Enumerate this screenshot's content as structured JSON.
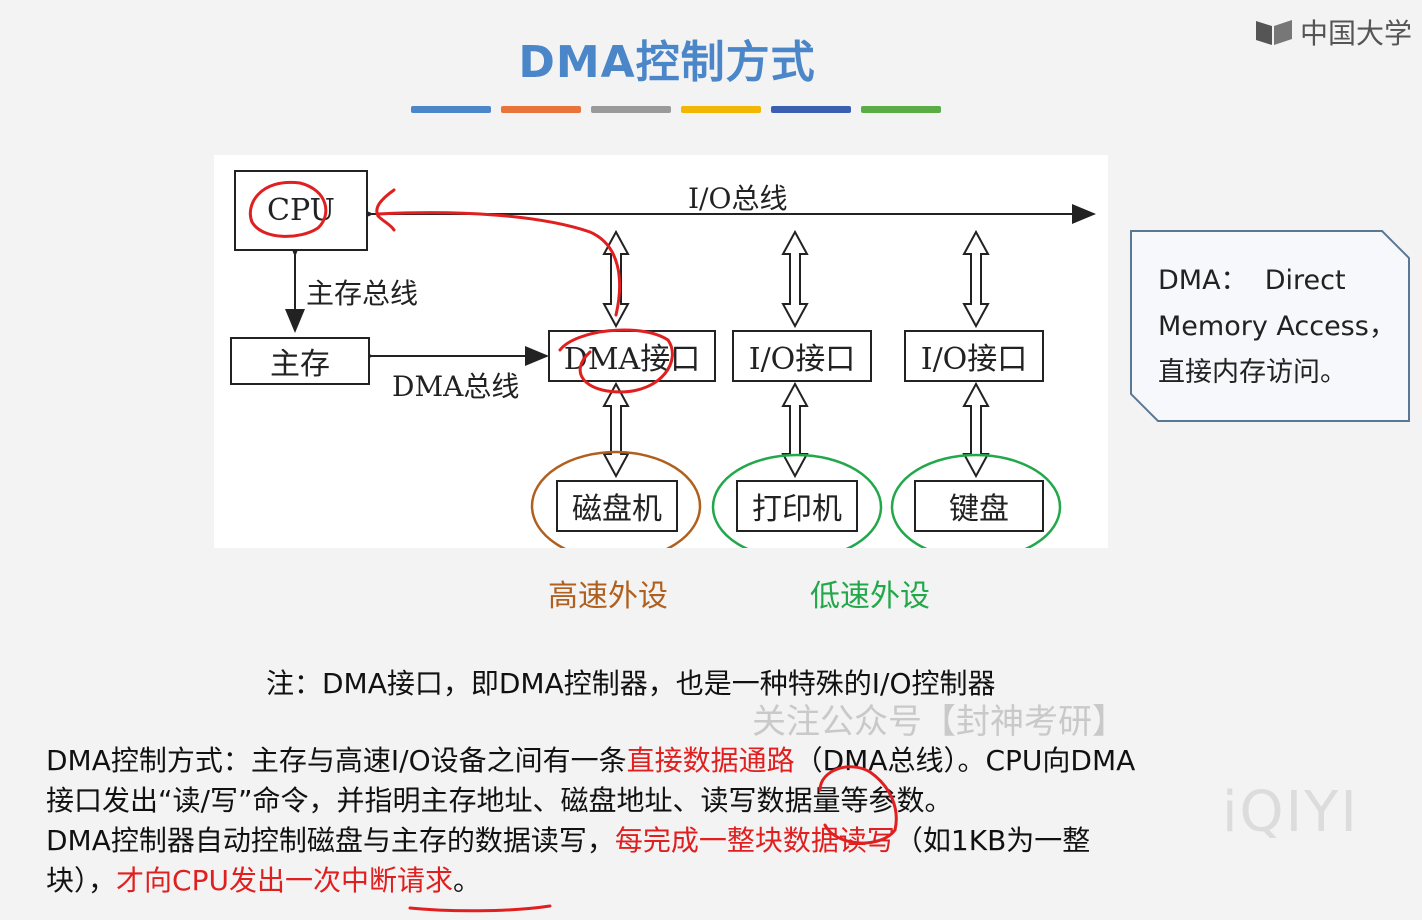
{
  "slide": {
    "title": "DMA控制方式",
    "brand": "中国大学",
    "accent_bar_colors": [
      "#4a86c8",
      "#e8743b",
      "#9a9a9a",
      "#f2b705",
      "#3b5fb0",
      "#5aac44"
    ]
  },
  "diagram": {
    "cpu": "CPU",
    "memory": "主存",
    "io_bus": "I/O总线",
    "memory_bus": "主存总线",
    "dma_bus": "DMA总线",
    "dma_interface": "DMA接口",
    "io_interface_1": "I/O接口",
    "io_interface_2": "I/O接口",
    "disk": "磁盘机",
    "printer": "打印机",
    "keyboard": "键盘",
    "high_speed": "高速外设",
    "low_speed": "低速外设",
    "colors": {
      "high_speed": "#b0601e",
      "low_speed": "#22a84a",
      "annotation": "#e02020"
    }
  },
  "callout": {
    "line1": "DMA：  Direct",
    "line2": "Memory Access，",
    "line3": "直接内存访问。"
  },
  "note": "注：DMA接口，即DMA控制器，也是一种特殊的I/O控制器",
  "watermark": "关注公众号【封神考研】",
  "watermark_logo": "iQIYI",
  "paragraph": {
    "l1_a": "DMA控制方式：主存与高速I/O设备之间有一条",
    "l1_red": "直接数据通路",
    "l1_b": "（DMA总线）。CPU向DMA",
    "l2": "接口发出“读/写”命令，并指明主存地址、磁盘地址、读写数据量等参数。",
    "l3_a": "DMA控制器自动控制磁盘与主存的数据读写，",
    "l3_red": "每完成一整块数据读写",
    "l3_b": "（如1KB为一整",
    "l4_a": "块），",
    "l4_red": "才向CPU发出一次中断请求",
    "l4_b": "。"
  }
}
